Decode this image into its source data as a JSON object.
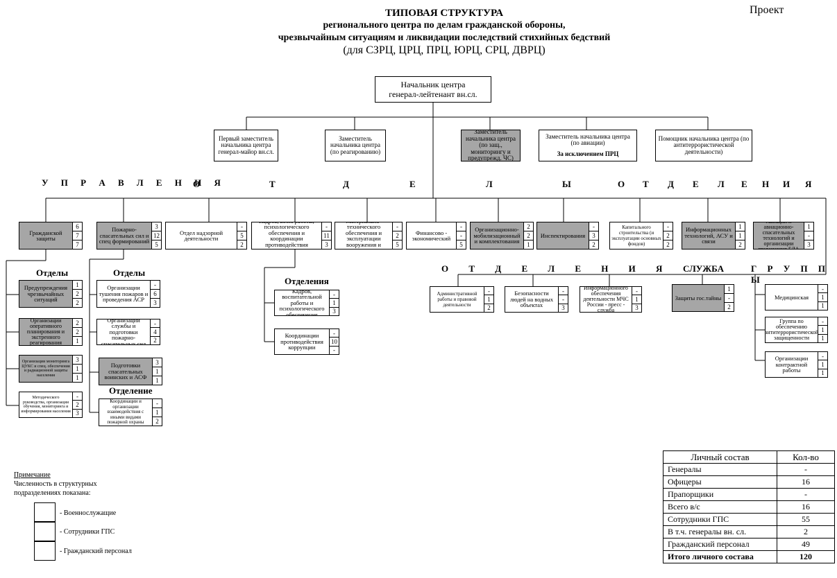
{
  "project_label": "Проект",
  "title": {
    "line1": "ТИПОВАЯ СТРУКТУРА",
    "line2": "регионального центра по делам гражданской обороны,",
    "line3": "чрезвычайным ситуациям и ликвидации последствий стихийных бедствий",
    "line4": "(для СЗРЦ, ЦРЦ, ПРЦ, ЮРЦ, СРЦ, ДВРЦ)"
  },
  "head": {
    "line1": "Начальник центра",
    "line2": "генерал-лейтенант  вн.сл."
  },
  "deputies": [
    {
      "text": "Первый заместитель начальника центра генерал-майор вн.сл."
    },
    {
      "text": "Заместитель начальника центра (по реагированию)"
    },
    {
      "text": "Заместитель начальника центра (по защ., мониторингу и предупрежд. ЧС)"
    },
    {
      "text": "Заместитель  начальника центра (по авиации)",
      "note": "За исключением ПРЦ"
    },
    {
      "text": "Помощник начальника центра (по антитеррористической деятельности)"
    }
  ],
  "headers": {
    "upravleniya": "У П Р А В Л Е Н И Я",
    "otdely": [
      "О",
      "Т",
      "Д",
      "Е",
      "Л",
      "Ы"
    ],
    "otdeleniya_top": [
      "О",
      "Т",
      "Д",
      "Е",
      "Л",
      "Е",
      "Н",
      "И",
      "Я"
    ],
    "otdeleniya_mid": "О  Т  Д  Е  Л  Е  Н  И  Я",
    "sluzhba": "СЛУЖБА",
    "gruppy": "Г Р У П П Ы",
    "otdely_1": "Отделы",
    "otdely_2": "Отделы",
    "otdeleniya_3": "Отделения",
    "otdelenie_2": "Отделение"
  },
  "row_units": [
    {
      "label": "Гражданской защиты",
      "nums": [
        "6",
        "7",
        "7"
      ]
    },
    {
      "label": "Пожарно-спасательных сил и спец формирований",
      "nums": [
        "3",
        "12",
        "5"
      ]
    },
    {
      "label": "Отдел надзорной деятельности",
      "nums": [
        "-",
        "5",
        "2"
      ]
    },
    {
      "label": "Кадров, восп. работы, психологического обеспечения и координации противодействия коррупции",
      "nums": [
        "-",
        "11",
        "3"
      ]
    },
    {
      "label": "Материально-технического обеспечения и эксплуатации вооружения и техники",
      "nums": [
        "-",
        "2",
        "5"
      ]
    },
    {
      "label": "Финансово - экономический",
      "nums": [
        "-",
        "-",
        "5"
      ]
    },
    {
      "label": "Организационно-мобилизационный и комплектования",
      "nums": [
        "2",
        "2",
        "1"
      ]
    },
    {
      "label": "Инспектирования",
      "nums": [
        "-",
        "3",
        "2"
      ]
    },
    {
      "label": "Капитального строительства (и эксплуатации основных фондов)",
      "nums": [
        "-",
        "2",
        "2"
      ]
    },
    {
      "label": "Информационных технологий, АСУ и связи",
      "nums": [
        "1",
        "1",
        "2"
      ]
    },
    {
      "label": "Авиации и авиационно-спасательных технологий и организации применения БЛА",
      "nums": [
        "1",
        "-",
        "3"
      ]
    }
  ],
  "col1_units": [
    {
      "label": "Предупреждения чрезвычайных ситуаций",
      "nums": [
        "1",
        "2",
        "2"
      ]
    },
    {
      "label": "Организации оперативного планирования и экстренного реагирования",
      "nums": [
        "2",
        "2",
        "1"
      ]
    },
    {
      "label": "Организации мониторинга ЦУКС и спец. обеспечения и радиационной защиты населения",
      "nums": [
        "3",
        "1",
        "1"
      ]
    },
    {
      "label": "Методического руководства, организации обучения, мониторинга и информирования населения",
      "nums": [
        "-",
        "2",
        "3"
      ]
    }
  ],
  "col2_units": [
    {
      "label": "Организации тушения пожаров и проведения АСР",
      "nums": [
        "-",
        "6",
        "3"
      ]
    },
    {
      "label": "Организации службы и подготовки пожарно-спасательных сил",
      "nums": [
        "-",
        "4",
        "2"
      ]
    },
    {
      "label": "Подготовки спасательных воинских и АСФ",
      "nums": [
        "3",
        "1",
        "1"
      ]
    },
    {
      "label": "Координации и организации взаимодействия с иными видами пожарной охраны",
      "nums": [
        "-",
        "1",
        "2"
      ]
    }
  ],
  "col3_units": [
    {
      "label": "Кадров, воспитательной работы и психологического обеспечения",
      "nums": [
        "-",
        "1",
        "3"
      ]
    },
    {
      "label": "Координации противодействия коррупции",
      "nums": [
        "-",
        "10",
        "-"
      ]
    }
  ],
  "mid_units": [
    {
      "label": "Административной работы и правовой деятельности",
      "nums": [
        "-",
        "1",
        "2"
      ]
    },
    {
      "label": "Безопасности людей на водных объектах",
      "nums": [
        "-",
        "-",
        "3"
      ]
    },
    {
      "label": "Информационного обеспечения деятельности МЧС России - пресс - служба",
      "nums": [
        "-",
        "1",
        "3"
      ]
    },
    {
      "label": "Защиты гос.тайны",
      "nums": [
        "1",
        "-",
        "2"
      ]
    }
  ],
  "groups": [
    {
      "label": "Медицинская",
      "nums": [
        "-",
        "1",
        "1"
      ]
    },
    {
      "label": "Группа по обеспечению антитеррористической защищенности",
      "nums": [
        "-",
        "1",
        "1"
      ]
    },
    {
      "label": "Организации контрактной работы",
      "nums": [
        "-",
        "1",
        "1"
      ]
    }
  ],
  "note": {
    "title": "Примечание",
    "line1": "Численность в структурных",
    "line2": "подразделениях показана:",
    "legend": [
      "- Военнослужащие",
      "- Сотрудники ГПС",
      "- Гражданский персонал"
    ]
  },
  "personnel": {
    "header": [
      "Личный состав",
      "Кол-во"
    ],
    "rows": [
      [
        "Генералы",
        "-"
      ],
      [
        "Офицеры",
        "16"
      ],
      [
        "Прапорщики",
        "-"
      ],
      [
        "Всего в/с",
        "16"
      ],
      [
        "Сотрудники ГПС",
        "55"
      ],
      [
        "В т.ч. генералы вн. сл.",
        "2"
      ],
      [
        "Гражданский персонал",
        "49"
      ],
      [
        "Итого личного состава",
        "120"
      ]
    ]
  }
}
